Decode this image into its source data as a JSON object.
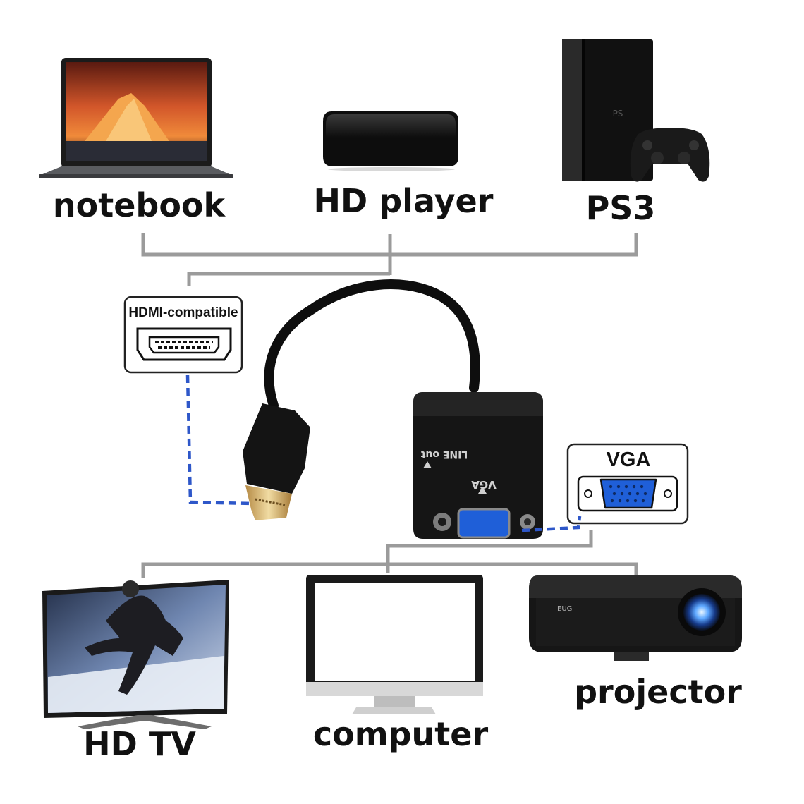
{
  "labels": {
    "notebook": "notebook",
    "hd_player": "HD player",
    "ps3": "PS3",
    "hdmi_port": "HDMI-compatible",
    "vga_port": "VGA",
    "hd_tv": "HD TV",
    "computer": "computer",
    "projector": "projector",
    "adapter_line_out": "LINE out",
    "adapter_vga": "VGA",
    "projector_brand": "EUG"
  },
  "icons": [
    "notebook-laptop-icon",
    "hd-player-box-icon",
    "ps3-console-icon",
    "gamepad-icon",
    "hdmi-port-icon",
    "vga-port-icon",
    "hdmi-to-vga-adapter-icon",
    "hd-tv-icon",
    "computer-monitor-icon",
    "projector-icon"
  ],
  "colors": {
    "connector_line": "#9b9b9b",
    "signal_dashed_line": "#2e57c9",
    "vga_port_blue": "#1f5fd8",
    "device_black": "#151515",
    "text": "#111111"
  }
}
